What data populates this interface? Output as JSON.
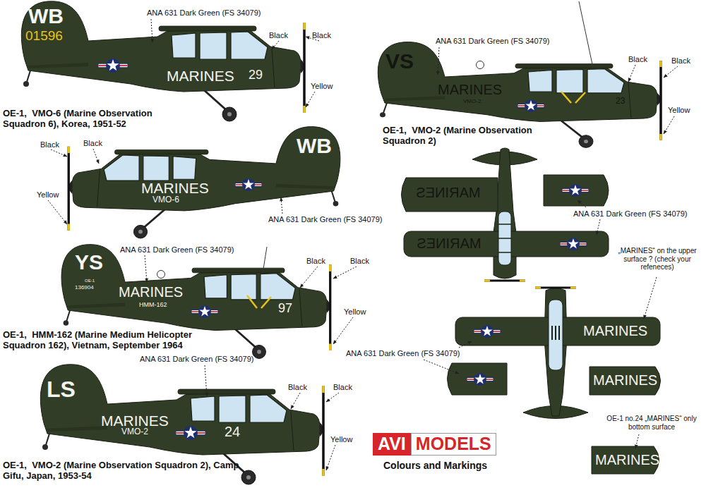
{
  "diagram": {
    "nodes": [
      {
        "text": [
          "AVI",
          "MODELS"
        ]
      }
    ],
    "labels": [
      "WB",
      "01596",
      "ANA 631 Dark Green (FS 34079)",
      "Black",
      "Black",
      "MARINES",
      "29",
      "Yellow",
      "OE-1,  VMO-6 (Marine Observation Squadron 6), Korea, 1951-52",
      "Black",
      "Black",
      "Yellow",
      "WB",
      "MARINES",
      "VMO-6",
      "ANA 631 Dark Green (FS 34079)",
      "YS",
      "ANA 631 Dark Green (FS 34079)",
      "Black",
      "Black",
      "OE-1",
      "136904",
      "MARINES",
      "HMM-162",
      "97",
      "Yellow",
      "OE-1,  HMM-162 (Marine Medium Helicopter Squadron 162), Vietnam, September 1964",
      "ANA 631 Dark Green (FS 34079)",
      "LS",
      "Black",
      "Black",
      "MARINES",
      "VMO-2",
      "24",
      "Yellow",
      "OE-1,  VMO-2 (Marine Observation Squadron 2), Camp Gifu, Japan, 1953-54",
      "ANA 631 Dark Green (FS 34079)",
      "VS",
      "Black",
      "Black",
      "MARINES",
      "VMO-2",
      "23",
      "Yellow",
      "OE-1,  VMO-2 (Marine Observation Squadron 2)",
      "MARINES",
      "MARINES",
      "ANA 631 Dark Green (FS 34079)",
      "„MARINES“ on the upper surface ? (check your refeneces)",
      "MARINES",
      "ANA 631 Dark Green (FS 34079)",
      "MARINES",
      "OE-1 no.24 „MARINES“ only bottom surface",
      "MARINES",
      "Colours and Markings"
    ]
  }
}
